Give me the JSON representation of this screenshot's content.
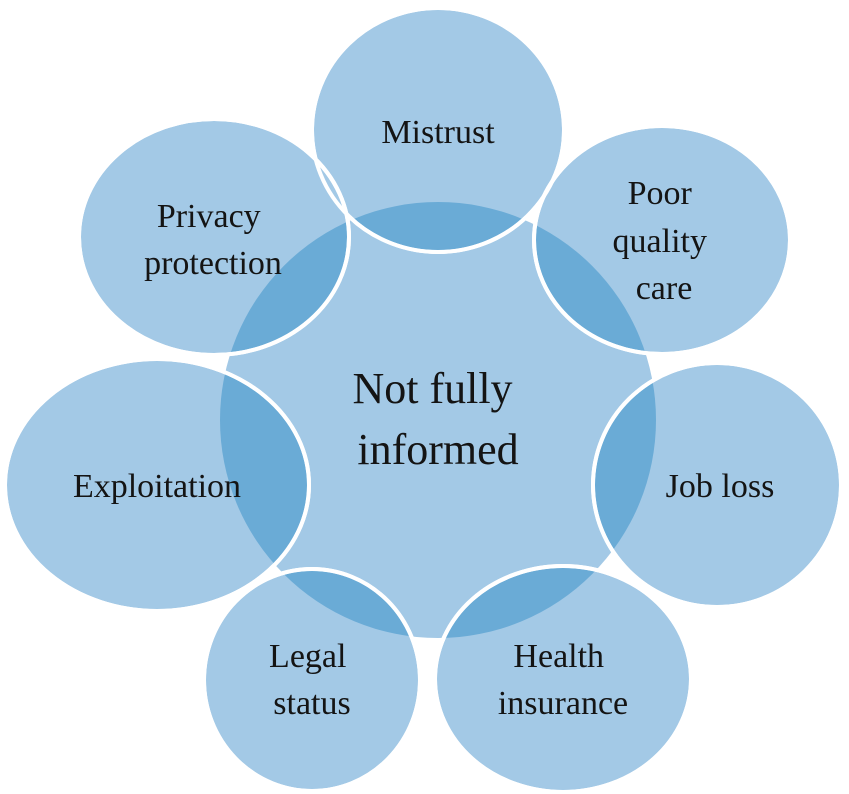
{
  "diagram": {
    "center": {
      "lines": [
        "Not fully",
        "informed"
      ]
    },
    "nodes": [
      {
        "id": "mistrust",
        "lines": [
          "Mistrust"
        ]
      },
      {
        "id": "poor-quality-care",
        "lines": [
          "Poor",
          "quality",
          "care"
        ]
      },
      {
        "id": "job-loss",
        "lines": [
          "Job loss"
        ]
      },
      {
        "id": "health-insurance",
        "lines": [
          "Health",
          "insurance"
        ]
      },
      {
        "id": "legal-status",
        "lines": [
          "Legal",
          "status"
        ]
      },
      {
        "id": "exploitation",
        "lines": [
          "Exploitation"
        ]
      },
      {
        "id": "privacy-protection",
        "lines": [
          "Privacy",
          "protection"
        ]
      }
    ],
    "colors": {
      "fill": "#a3c9e6",
      "overlap": "#6aabd6",
      "outline": "#ffffff",
      "text": "#141414"
    }
  }
}
